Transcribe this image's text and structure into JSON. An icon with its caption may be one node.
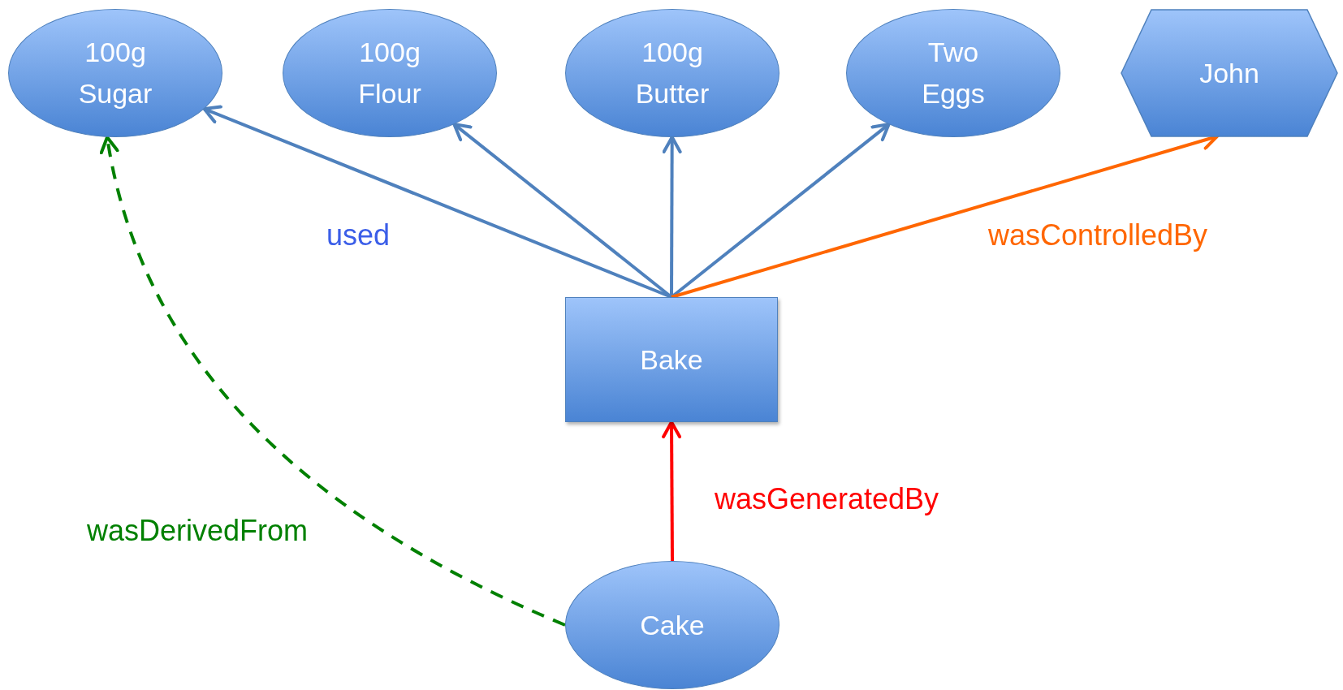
{
  "diagram": {
    "nodes": [
      {
        "text": [
          "100g Sugar"
        ]
      },
      {
        "text": [
          "100g Flour"
        ]
      },
      {
        "text": [
          "100g Butter"
        ]
      },
      {
        "text": [
          "Two Eggs"
        ]
      },
      {
        "text": [
          "John"
        ]
      },
      {
        "text": [
          "Bake"
        ]
      },
      {
        "text": [
          "Cake"
        ]
      }
    ],
    "edges": [
      {
        "from": 5,
        "to": 0,
        "arrow": "to",
        "label": "used"
      },
      {
        "from": 5,
        "to": 1,
        "arrow": "to"
      },
      {
        "from": 5,
        "to": 2,
        "arrow": "to"
      },
      {
        "from": 5,
        "to": 3,
        "arrow": "to"
      },
      {
        "from": 5,
        "to": 4,
        "arrow": "to",
        "label": "wasControlledBy",
        "color": "#ff6600"
      },
      {
        "from": 6,
        "to": 5,
        "arrow": "to",
        "label": "wasGeneratedBy",
        "color": "#ff0000"
      },
      {
        "from": 6,
        "to": 0,
        "arrow": "to",
        "label": "wasDerivedFrom",
        "style": "dashed",
        "color": "#008000"
      }
    ]
  }
}
